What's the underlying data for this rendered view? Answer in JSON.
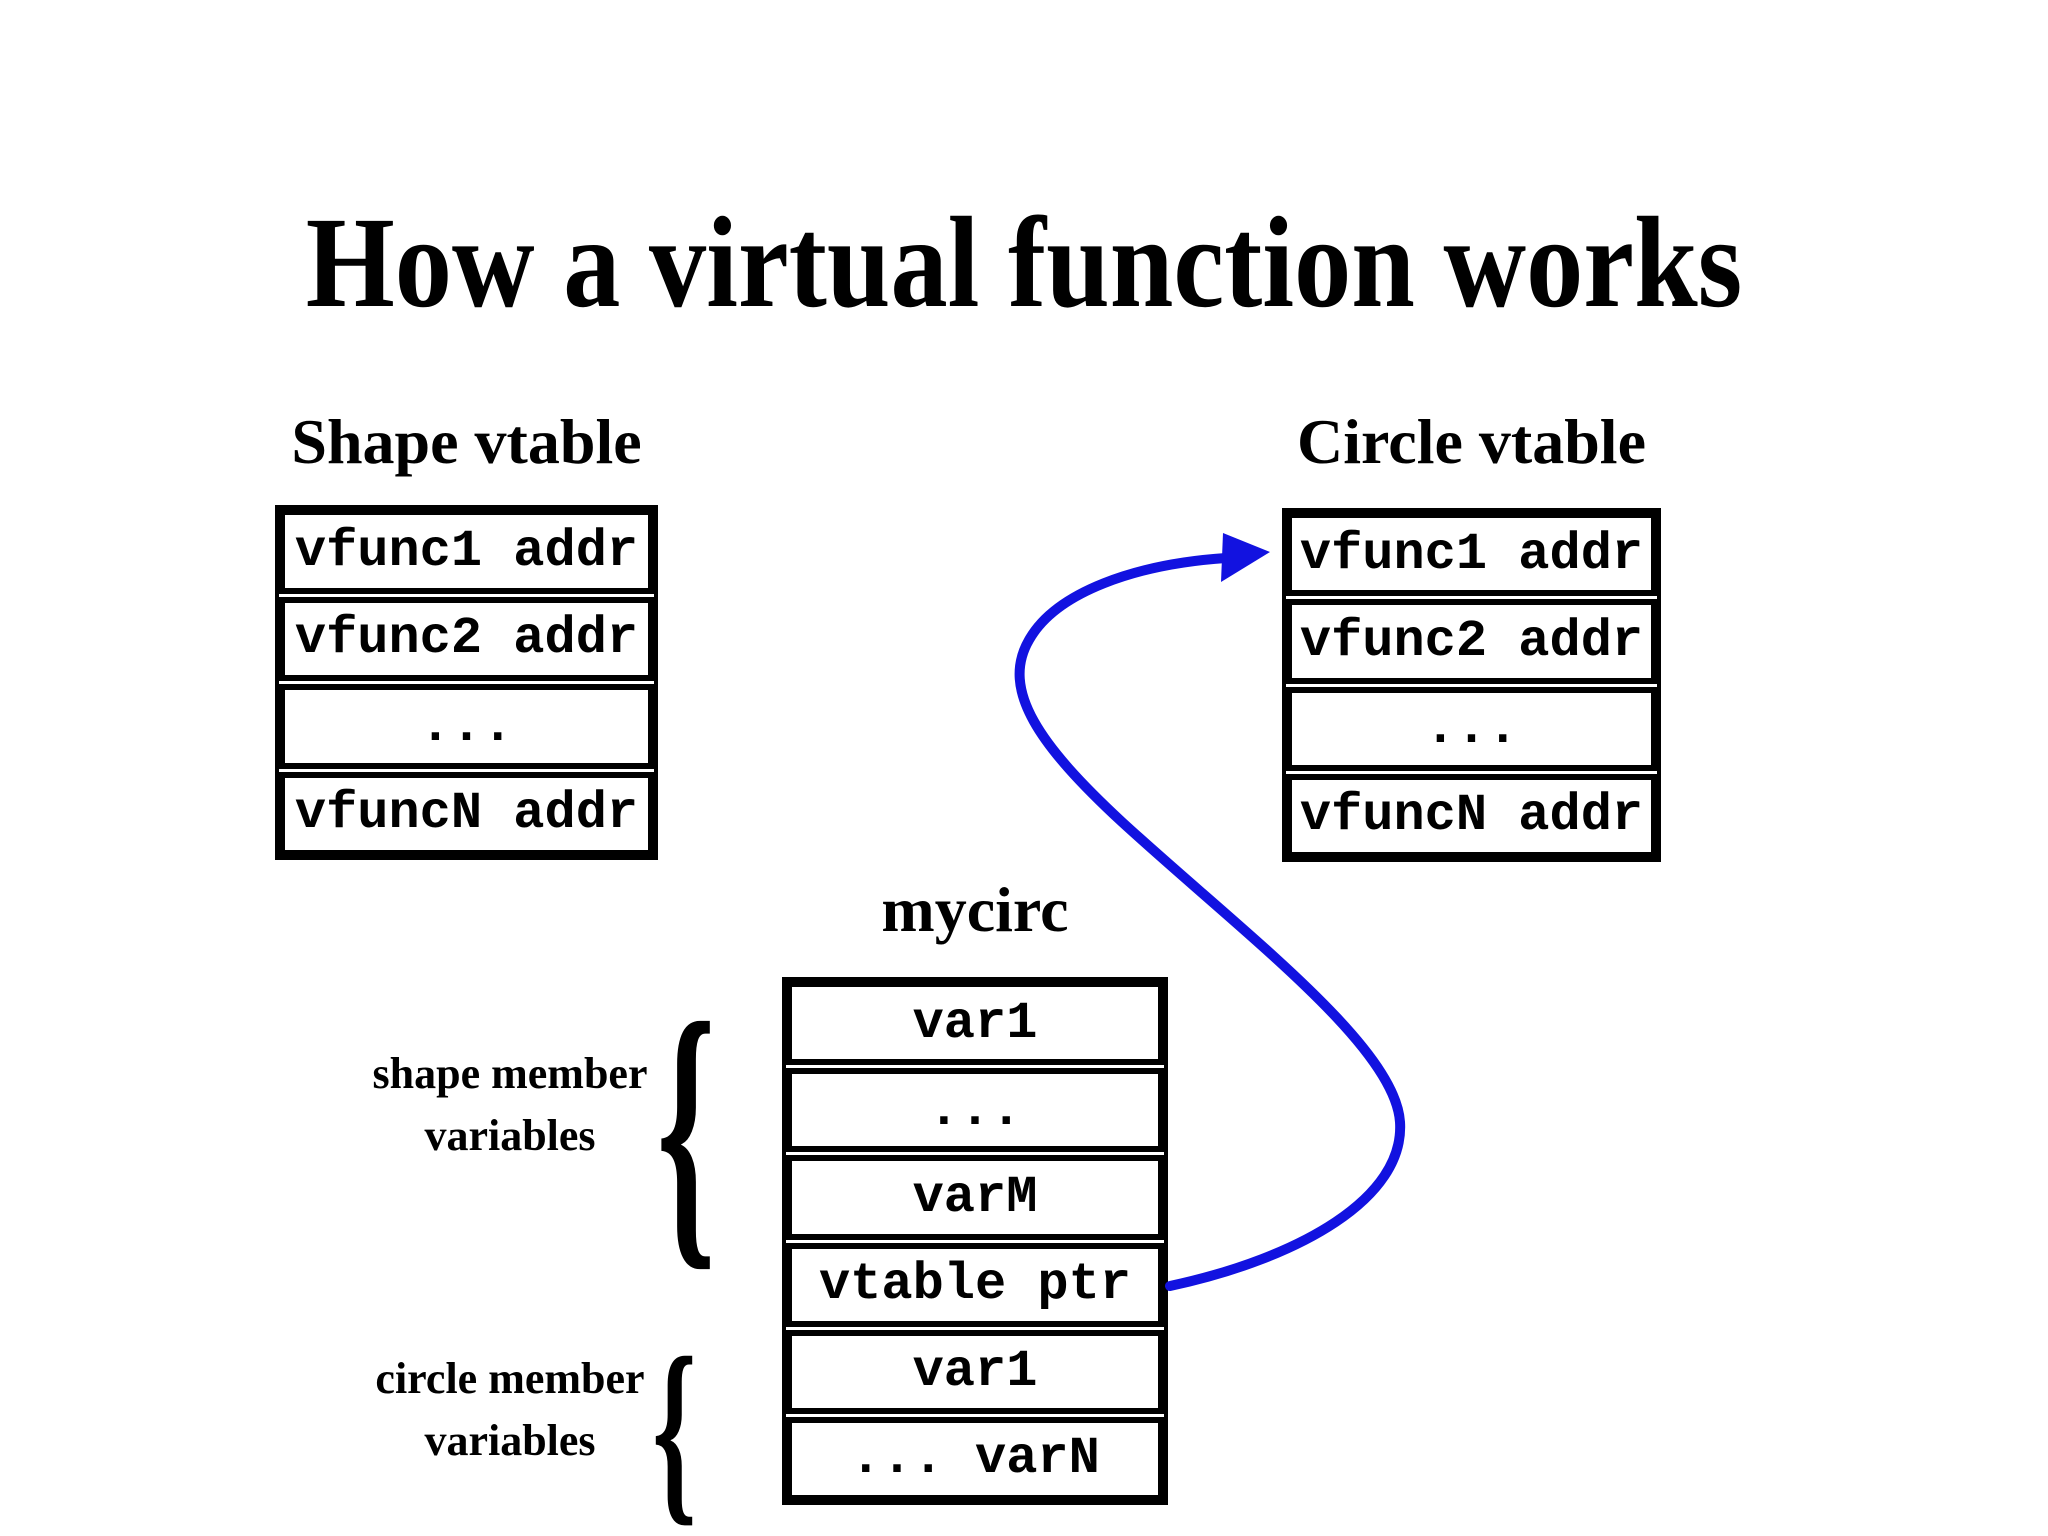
{
  "title": "How a virtual function works",
  "colors": {
    "arrow": "#1212e0",
    "ink": "#000000",
    "background": "#ffffff"
  },
  "shape_vtable": {
    "heading": "Shape vtable",
    "rows": [
      "vfunc1 addr",
      "vfunc2 addr",
      "...",
      "vfuncN addr"
    ]
  },
  "circle_vtable": {
    "heading": "Circle vtable",
    "rows": [
      "vfunc1 addr",
      "vfunc2 addr",
      "...",
      "vfuncN addr"
    ]
  },
  "mycirc": {
    "heading": "mycirc",
    "rows": [
      "var1",
      "...",
      "varM",
      "vtable ptr",
      "var1",
      "... varN"
    ]
  },
  "labels": {
    "shape_members": {
      "line1": "shape member",
      "line2": "variables"
    },
    "circle_members": {
      "line1": "circle member",
      "line2": "variables"
    }
  },
  "brace_glyph": "{"
}
